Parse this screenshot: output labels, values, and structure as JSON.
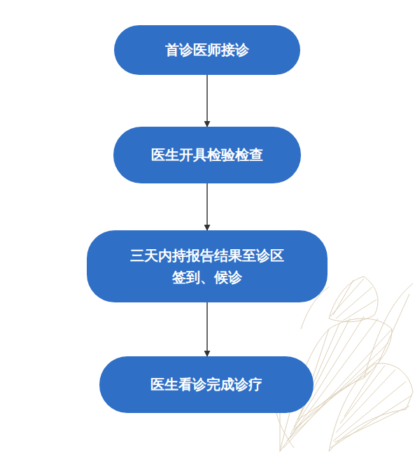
{
  "diagram": {
    "nodes": [
      {
        "text": [
          "首诊医师接诊"
        ]
      },
      {
        "text": [
          "医生开具检验检查"
        ]
      },
      {
        "text": [
          "三天内持报告结果至诊区 签到、候诊"
        ]
      },
      {
        "text": [
          "医生看诊完成诊疗"
        ]
      }
    ],
    "edges": [
      {
        "from": 0,
        "to": 1,
        "arrow": "to"
      },
      {
        "from": 1,
        "to": 2,
        "arrow": "to"
      },
      {
        "from": 2,
        "to": 3,
        "arrow": "to"
      }
    ]
  }
}
